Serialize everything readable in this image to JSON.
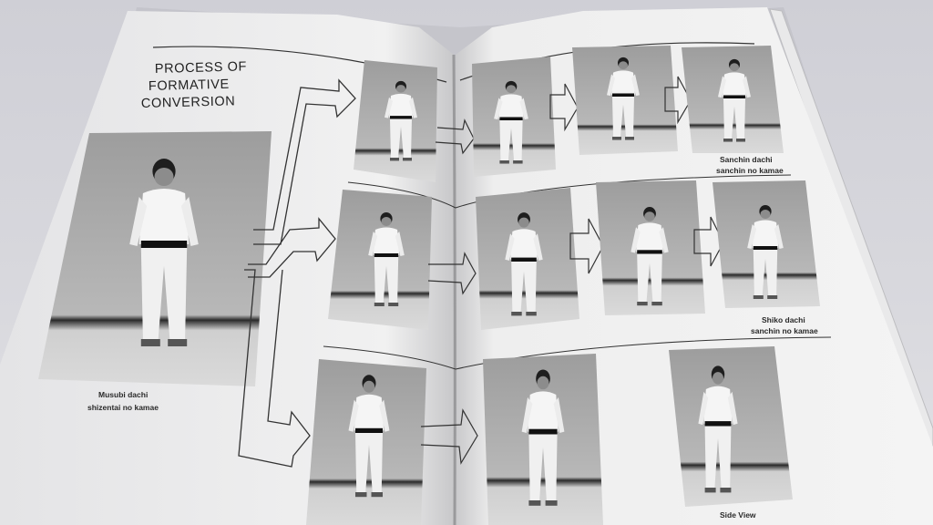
{
  "book": {
    "heading": [
      "PROCESS OF",
      "FORMATIVE",
      "CONVERSION"
    ],
    "captions": {
      "musubi": [
        "Musubi dachi",
        "shizentai no kamae"
      ],
      "sanchin": [
        "Sanchin dachi",
        "sanchin no kamae"
      ],
      "shiko": [
        "Shiko dachi",
        "sanchin no kamae"
      ],
      "side": [
        "Side View"
      ]
    }
  }
}
